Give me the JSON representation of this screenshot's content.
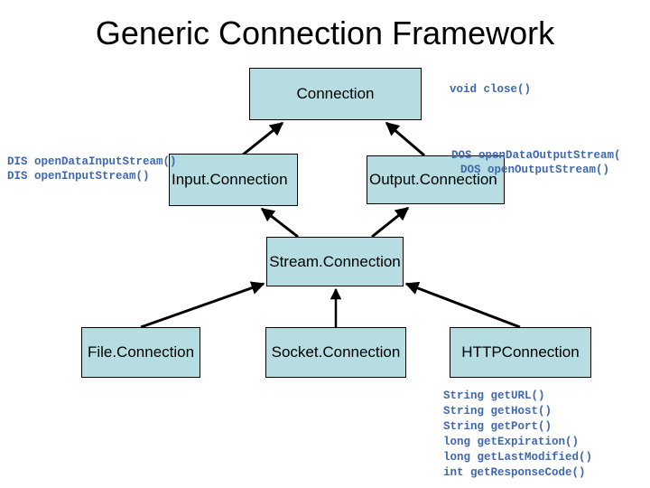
{
  "slide": {
    "title": "Generic Connection Framework",
    "background_color": "#ffffff",
    "box_fill_color": "#b5dde2",
    "box_border_color": "#000000",
    "annotation_color": "#3f68b0",
    "title_color": "#000000"
  },
  "nodes": {
    "connection": {
      "label": "Connection"
    },
    "input_connection": {
      "label": "Input.Connection"
    },
    "output_connection": {
      "label": "Output.Connection"
    },
    "stream_connection": {
      "label": "Stream.Connection"
    },
    "file_connection": {
      "label": "File.Connection"
    },
    "socket_connection": {
      "label": "Socket.Connection"
    },
    "http_connection": {
      "label": "HTTPConnection"
    }
  },
  "annotations": {
    "connection_methods": {
      "lines": [
        "void close()"
      ]
    },
    "input_methods": {
      "line1": "DIS openDataInputStream()",
      "line2": "DIS openInputStream()"
    },
    "output_methods": {
      "line1": "DOS openDataOutputStream(",
      "line2": "DOS openOutputStream()"
    },
    "http_methods": {
      "line1": "String getURL()",
      "line2": "String getHost()",
      "line3": "String getPort()",
      "line4": "long getExpiration()",
      "line5": "long getLastModified()",
      "line6": "int getResponseCode()"
    }
  }
}
